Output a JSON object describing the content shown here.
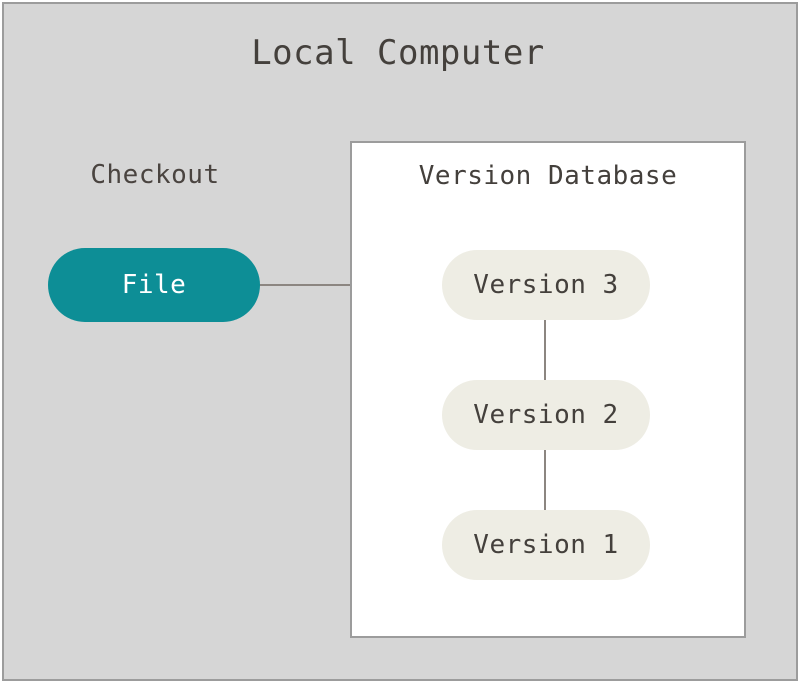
{
  "diagram": {
    "title": "Local Computer",
    "background_color": "#d6d6d6",
    "border_color": "#9c9c9c",
    "checkout": {
      "label": "Checkout",
      "node": {
        "label": "File",
        "fill_color": "#0d8e96",
        "text_color": "#ffffff"
      }
    },
    "version_database": {
      "label": "Version Database",
      "panel_fill": "#ffffff",
      "panel_border": "#9c9c9c",
      "nodes": [
        {
          "label": "Version 3",
          "fill_color": "#eeede4",
          "text_color": "#44403c"
        },
        {
          "label": "Version 2",
          "fill_color": "#eeede4",
          "text_color": "#44403c"
        },
        {
          "label": "Version 1",
          "fill_color": "#eeede4",
          "text_color": "#44403c"
        }
      ]
    },
    "connectors": {
      "color": "#8c8681",
      "edges": [
        {
          "from": "File",
          "to": "Version 3"
        },
        {
          "from": "Version 3",
          "to": "Version 2"
        },
        {
          "from": "Version 2",
          "to": "Version 1"
        }
      ]
    }
  }
}
